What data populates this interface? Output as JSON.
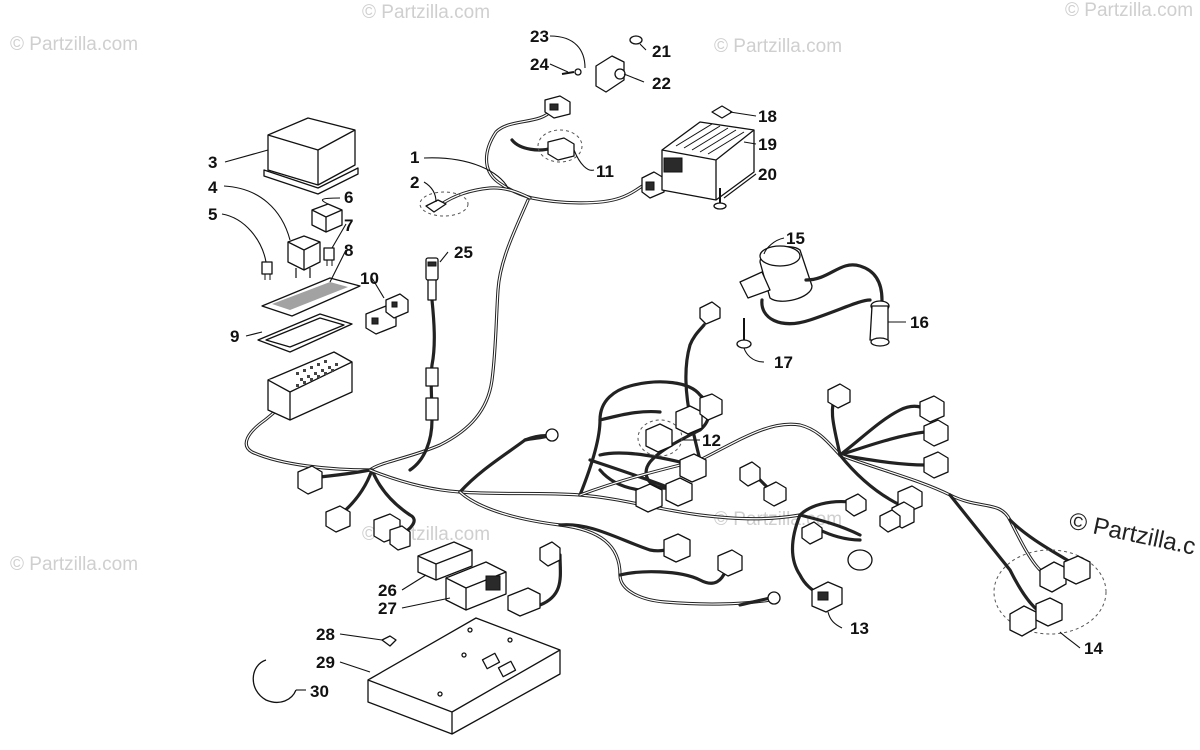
{
  "watermark": {
    "small": "© Partzilla.com",
    "main": "© Partzilla.c"
  },
  "callouts": [
    {
      "id": "c1",
      "n": "1"
    },
    {
      "id": "c2",
      "n": "2"
    },
    {
      "id": "c3",
      "n": "3"
    },
    {
      "id": "c4",
      "n": "4"
    },
    {
      "id": "c5",
      "n": "5"
    },
    {
      "id": "c6",
      "n": "6"
    },
    {
      "id": "c7",
      "n": "7"
    },
    {
      "id": "c8",
      "n": "8"
    },
    {
      "id": "c9",
      "n": "9"
    },
    {
      "id": "c10",
      "n": "10"
    },
    {
      "id": "c11",
      "n": "11"
    },
    {
      "id": "c12",
      "n": "12"
    },
    {
      "id": "c13",
      "n": "13"
    },
    {
      "id": "c14",
      "n": "14"
    },
    {
      "id": "c15",
      "n": "15"
    },
    {
      "id": "c16",
      "n": "16"
    },
    {
      "id": "c17",
      "n": "17"
    },
    {
      "id": "c18",
      "n": "18"
    },
    {
      "id": "c19",
      "n": "19"
    },
    {
      "id": "c20",
      "n": "20"
    },
    {
      "id": "c21",
      "n": "21"
    },
    {
      "id": "c22",
      "n": "22"
    },
    {
      "id": "c23",
      "n": "23"
    },
    {
      "id": "c24",
      "n": "24"
    },
    {
      "id": "c25",
      "n": "25"
    },
    {
      "id": "c26",
      "n": "26"
    },
    {
      "id": "c27",
      "n": "27"
    },
    {
      "id": "c28",
      "n": "28"
    },
    {
      "id": "c29",
      "n": "29"
    },
    {
      "id": "c30",
      "n": "30"
    }
  ]
}
